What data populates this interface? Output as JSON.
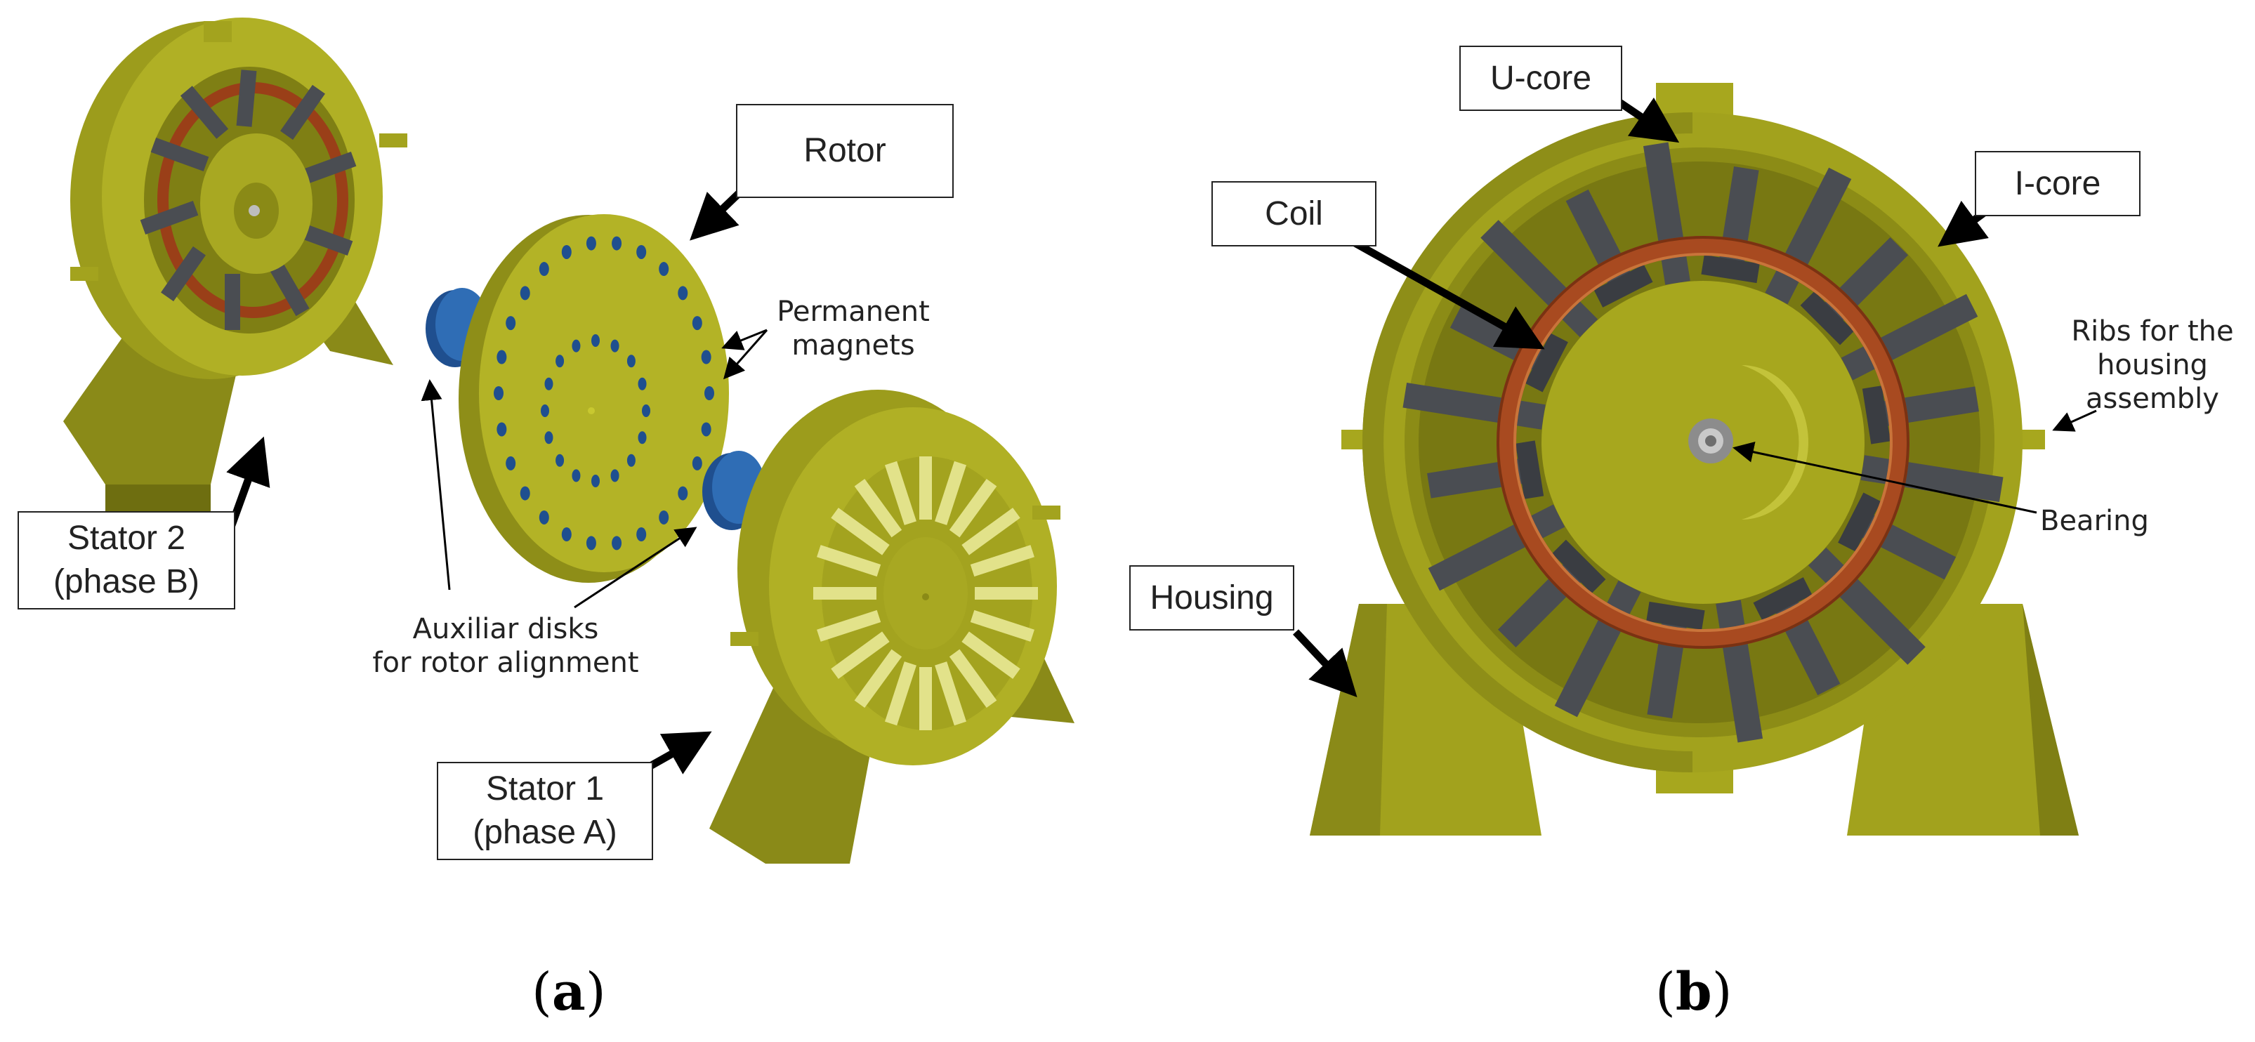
{
  "panel_a": {
    "labels": {
      "rotor": "Rotor",
      "stator2": [
        "Stator 2",
        "(phase B)"
      ],
      "stator1": [
        "Stator 1",
        "(phase A)"
      ]
    },
    "annotations": {
      "magnets": [
        "Permanent",
        "magnets"
      ],
      "disks": [
        "Auxiliar disks",
        "for rotor alignment"
      ]
    },
    "caption_letter": "a"
  },
  "panel_b": {
    "labels": {
      "ucore": "U-core",
      "coil": "Coil",
      "icore": "I-core",
      "housing": "Housing"
    },
    "annotations": {
      "ribs": [
        "Ribs for the",
        "housing",
        "assembly"
      ],
      "bearing": "Bearing"
    },
    "caption_letter": "b"
  },
  "colors": {
    "housing": "#a7a71e",
    "housing_dark": "#7f7f12",
    "housing_light": "#bcbc2c",
    "core": "#4a4d52",
    "coil": "#a84a20",
    "disk_blue": "#2f6db5",
    "magnet": "#1f4f8f"
  }
}
